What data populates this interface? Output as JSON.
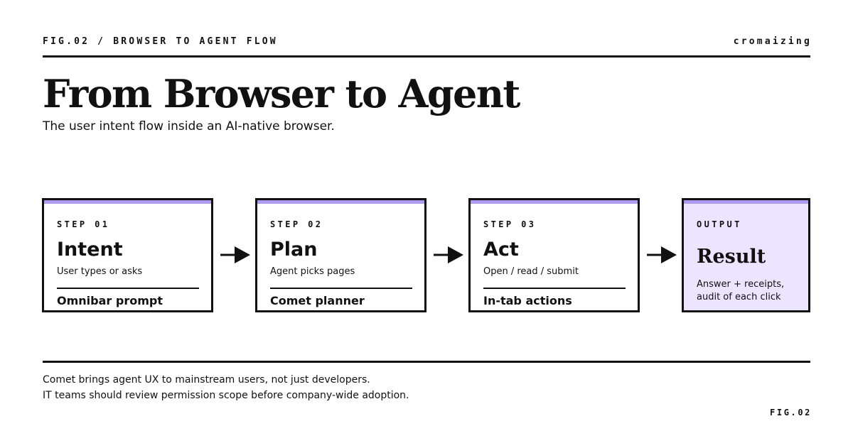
{
  "header": {
    "fig_label": "FIG.02 / BROWSER TO AGENT FLOW",
    "brand": "cromaizing"
  },
  "title": "From Browser to Agent",
  "subtitle": "The user intent flow inside an AI-native browser.",
  "colors": {
    "ink": "#111111",
    "accent": "#ab9bf2",
    "output_fill": "#ebe5ff"
  },
  "steps": [
    {
      "label": "STEP 01",
      "name": "Intent",
      "desc": "User types or asks",
      "tool": "Omnibar prompt"
    },
    {
      "label": "STEP 02",
      "name": "Plan",
      "desc": "Agent picks pages",
      "tool": "Comet planner"
    },
    {
      "label": "STEP 03",
      "name": "Act",
      "desc": "Open / read / submit",
      "tool": "In-tab actions"
    }
  ],
  "output": {
    "label": "OUTPUT",
    "name": "Result",
    "desc_line1": "Answer + receipts,",
    "desc_line2": "audit of each click"
  },
  "icons": {
    "connector": "arrow-right-icon"
  },
  "footer": {
    "line1": "Comet brings agent UX to mainstream users, not just developers.",
    "line2": "IT teams should review permission scope before company-wide adoption.",
    "fig": "FIG.02"
  }
}
